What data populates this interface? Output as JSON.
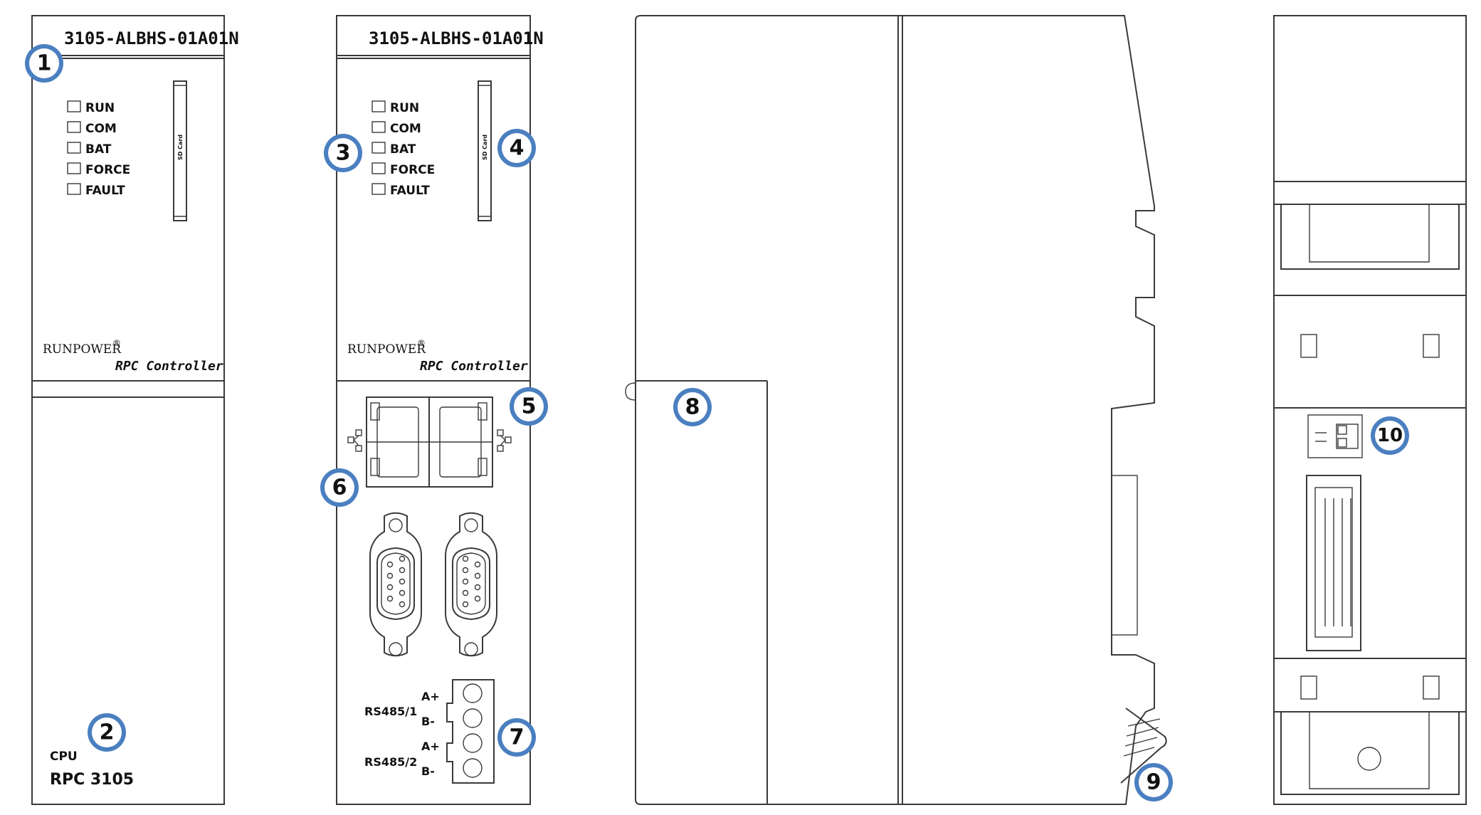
{
  "module": {
    "title": "3105-ALBHS-01A01N",
    "brand": "RUNPOWER",
    "registered": "®",
    "controller": "RPC Controller",
    "cpu_label": "CPU",
    "model": "RPC 3105",
    "sd_label": "SD Card"
  },
  "leds": [
    "RUN",
    "COM",
    "BAT",
    "FORCE",
    "FAULT"
  ],
  "ports": {
    "rs485_1": "RS485/1",
    "rs485_2": "RS485/2",
    "a_plus": "A+",
    "b_minus": "B-"
  },
  "callouts": [
    "1",
    "2",
    "3",
    "4",
    "5",
    "6",
    "7",
    "8",
    "9",
    "10"
  ],
  "colors": {
    "line": "#3a3a3a",
    "callout_ring": "#4a7fc0"
  }
}
